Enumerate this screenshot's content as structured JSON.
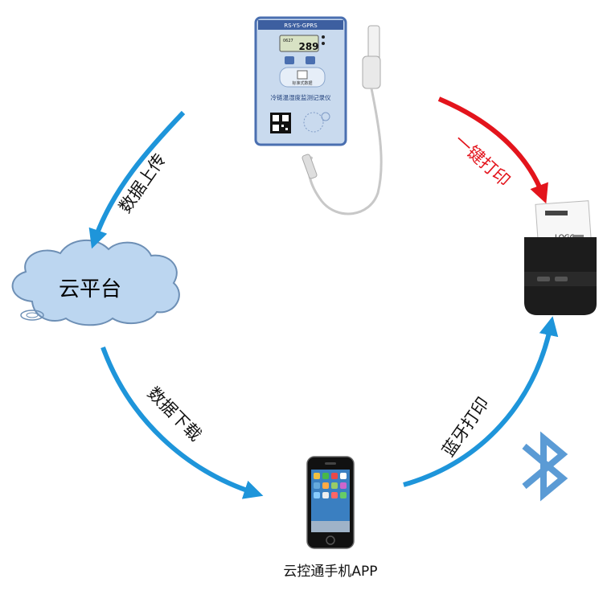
{
  "colors": {
    "arrow_blue": "#1E95DA",
    "arrow_red": "#E3141C",
    "cloud_fill": "#BCD6F0",
    "cloud_stroke": "#6D8FB5",
    "bluetooth": "#5B9BD5",
    "device_body": "#C9DAEE",
    "device_frame": "#4A6FB0",
    "printer_body": "#1C1C1C"
  },
  "labels": {
    "cloud": "云平台",
    "upload": "数据上传",
    "download": "数据下载",
    "one_click_print": "一键打印",
    "bt_print": "蓝牙打印",
    "phone_app": "云控通手机APP"
  },
  "device": {
    "model": "RS-YS-GPRS",
    "title": "冷链温湿度监测记录仪",
    "screen_value": "289",
    "screen_small": "0627",
    "caption": "标准式数据"
  },
  "printer": {
    "paper_text": "LOGO"
  },
  "icons": {
    "bluetooth": "bluetooth-icon",
    "cloud": "cloud-icon",
    "phone": "smartphone-icon",
    "printer": "printer-icon",
    "device": "data-logger-icon"
  }
}
